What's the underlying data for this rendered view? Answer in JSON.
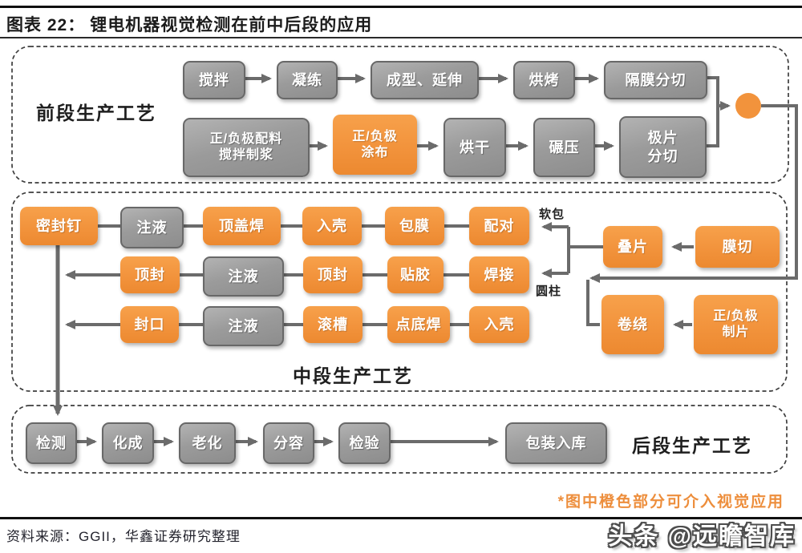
{
  "title": {
    "prefix": "图表 22：",
    "text": "锂电机器视觉检测在前中后段的应用"
  },
  "front": {
    "label": "前段生产工艺",
    "row1": [
      "搅拌",
      "凝练",
      "成型、延伸",
      "烘烤",
      "隔膜分切"
    ],
    "row2": [
      "正/负极配料\n搅拌制浆",
      "正/负极\n涂布",
      "烘干",
      "碾压",
      "极片\n分切"
    ]
  },
  "middle": {
    "label": "中段生产工艺",
    "row1": [
      "密封钉",
      "注液",
      "顶盖焊",
      "入壳",
      "包膜",
      "配对"
    ],
    "row2": [
      "顶封",
      "注液",
      "顶封",
      "贴胶",
      "焊接"
    ],
    "row3": [
      "封口",
      "注液",
      "滚槽",
      "点底焊",
      "入壳"
    ],
    "right": [
      "叠片",
      "膜切",
      "卷绕",
      "正/负极\n制片"
    ],
    "branch_labels": [
      "软包",
      "圆柱"
    ]
  },
  "back": {
    "label": "后段生产工艺",
    "row": [
      "检测",
      "化成",
      "老化",
      "分容",
      "检验",
      "包装入库"
    ]
  },
  "footnote": "*图中橙色部分可介入视觉应用",
  "source": "资料来源：GGII，华鑫证券研究整理",
  "watermark": "头条 @远瞻智库",
  "colors": {
    "orange": "#F2933C",
    "gray": "#9B9B9B",
    "line": "#6B6B6B",
    "dashed_border": "#3D3D3D",
    "footnote": "#ED8E3C"
  }
}
